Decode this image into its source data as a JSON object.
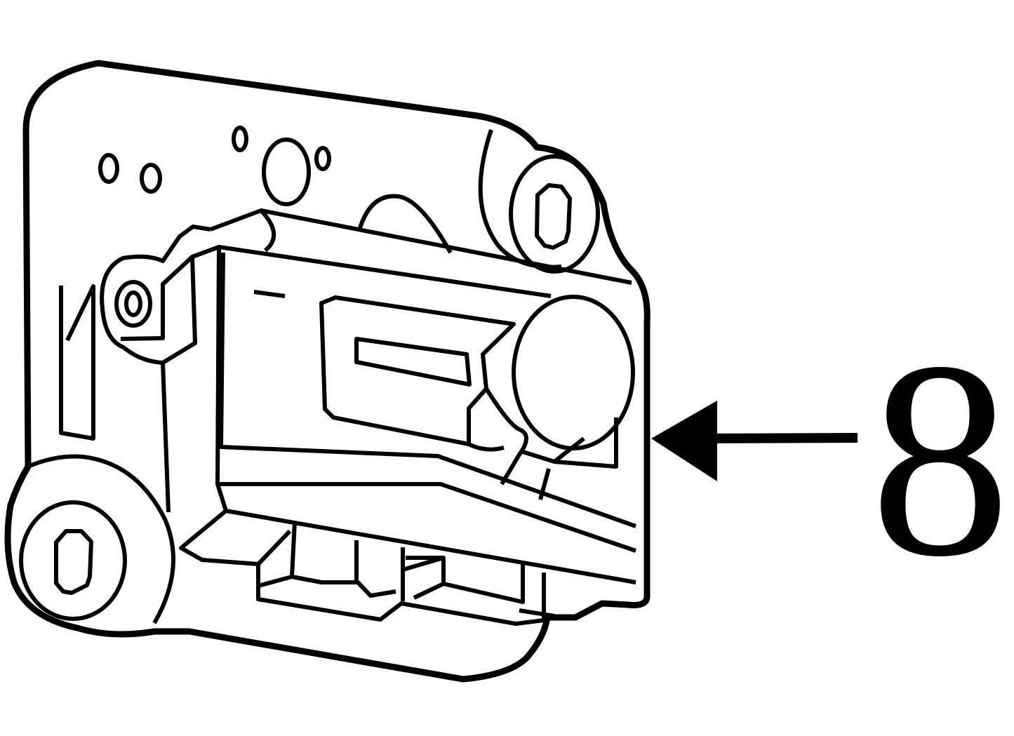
{
  "callout": {
    "label": "8",
    "target": "mechanism-assembly",
    "arrow_direction": "left"
  },
  "colors": {
    "line": "#000000",
    "background": "#ffffff"
  }
}
